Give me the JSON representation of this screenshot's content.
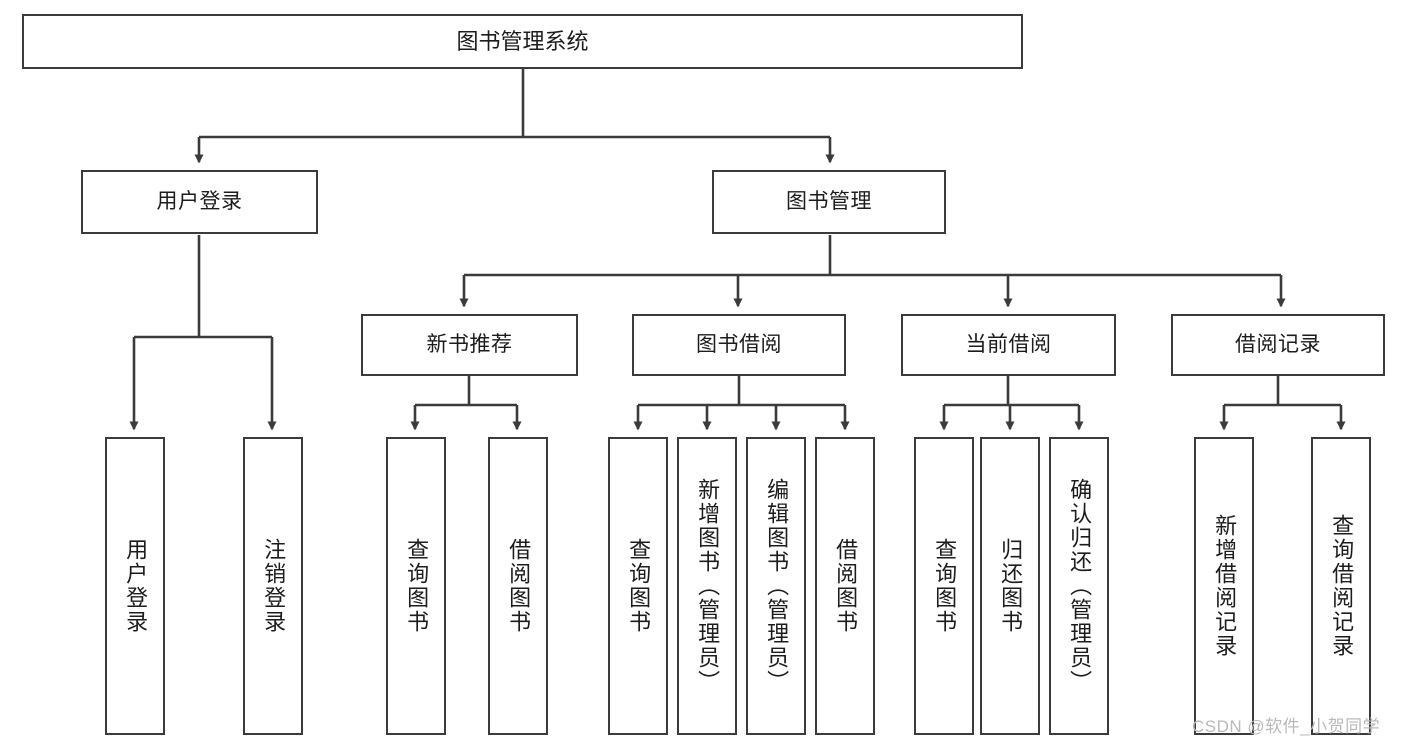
{
  "diagram": {
    "type": "tree",
    "title": "图书管理系统",
    "watermark": "CSDN @软件_小贺同学",
    "colors": {
      "stroke": "#3b3b3b",
      "fill": "#ffffff",
      "text": "#1c1c1c",
      "watermark": "#b9b9b9"
    },
    "levels": {
      "root": {
        "label": "图书管理系统"
      },
      "level1": [
        {
          "label": "用户登录"
        },
        {
          "label": "图书管理"
        }
      ],
      "level2": [
        {
          "label": "新书推荐"
        },
        {
          "label": "图书借阅"
        },
        {
          "label": "当前借阅"
        },
        {
          "label": "借阅记录"
        }
      ],
      "leaves": [
        {
          "label": "用户登录",
          "parent": "用户登录"
        },
        {
          "label": "注销登录",
          "parent": "用户登录"
        },
        {
          "label": "查询图书",
          "parent": "新书推荐"
        },
        {
          "label": "借阅图书",
          "parent": "新书推荐"
        },
        {
          "label": "查询图书",
          "parent": "图书借阅"
        },
        {
          "label": "新增图书（管理员）",
          "parent": "图书借阅"
        },
        {
          "label": "编辑图书（管理员）",
          "parent": "图书借阅"
        },
        {
          "label": "借阅图书",
          "parent": "图书借阅"
        },
        {
          "label": "查询图书",
          "parent": "当前借阅"
        },
        {
          "label": "归还图书",
          "parent": "当前借阅"
        },
        {
          "label": "确认归还（管理员）",
          "parent": "当前借阅"
        },
        {
          "label": "新增借阅记录",
          "parent": "借阅记录"
        },
        {
          "label": "查询借阅记录",
          "parent": "借阅记录"
        }
      ]
    }
  }
}
